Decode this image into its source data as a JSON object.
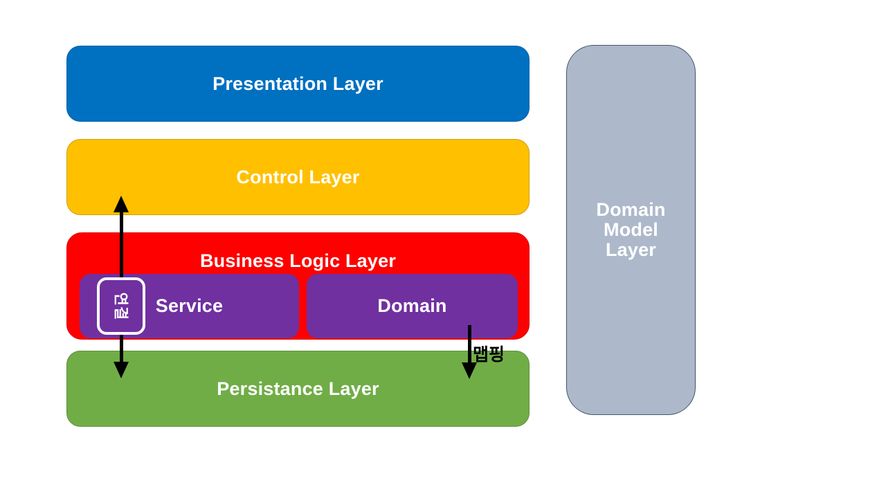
{
  "diagram": {
    "layers": [
      {
        "id": "presentation",
        "label": "Presentation Layer",
        "color": "#0070C0"
      },
      {
        "id": "control",
        "label": "Control Layer",
        "color": "#FFC000"
      },
      {
        "id": "business",
        "label": "Business Logic Layer",
        "color": "#FF0000"
      },
      {
        "id": "persistence",
        "label": "Persistance Layer",
        "color": "#70AD47"
      }
    ],
    "business_components": [
      {
        "id": "service",
        "label": "Service",
        "color": "#7030A0"
      },
      {
        "id": "domain",
        "label": "Domain",
        "color": "#7030A0"
      }
    ],
    "side_layer": {
      "id": "domain-model",
      "label": "Domain Model Layer",
      "color": "#ADB9CA"
    },
    "annotations": {
      "connection_label": "연결",
      "mapping_label": "맵핑",
      "arrow_color": "#000000",
      "text_color_on_fill": "#FFFFFF"
    }
  }
}
